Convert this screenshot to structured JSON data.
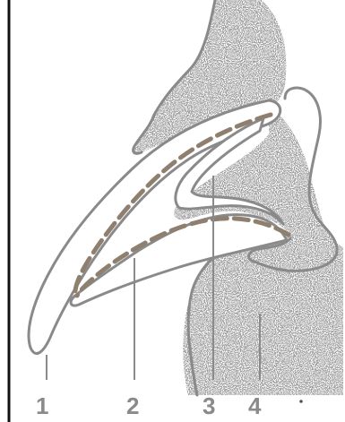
{
  "diagram": {
    "callouts": [
      {
        "id": "1",
        "text": "1"
      },
      {
        "id": "2",
        "text": "2"
      },
      {
        "id": "3",
        "text": "3"
      },
      {
        "id": "4",
        "text": "4"
      }
    ],
    "colors": {
      "outline": "#8a8a8a",
      "stipple": "#9a9a9a",
      "dashes": "#8f7f6f",
      "frame": "#111111"
    }
  }
}
